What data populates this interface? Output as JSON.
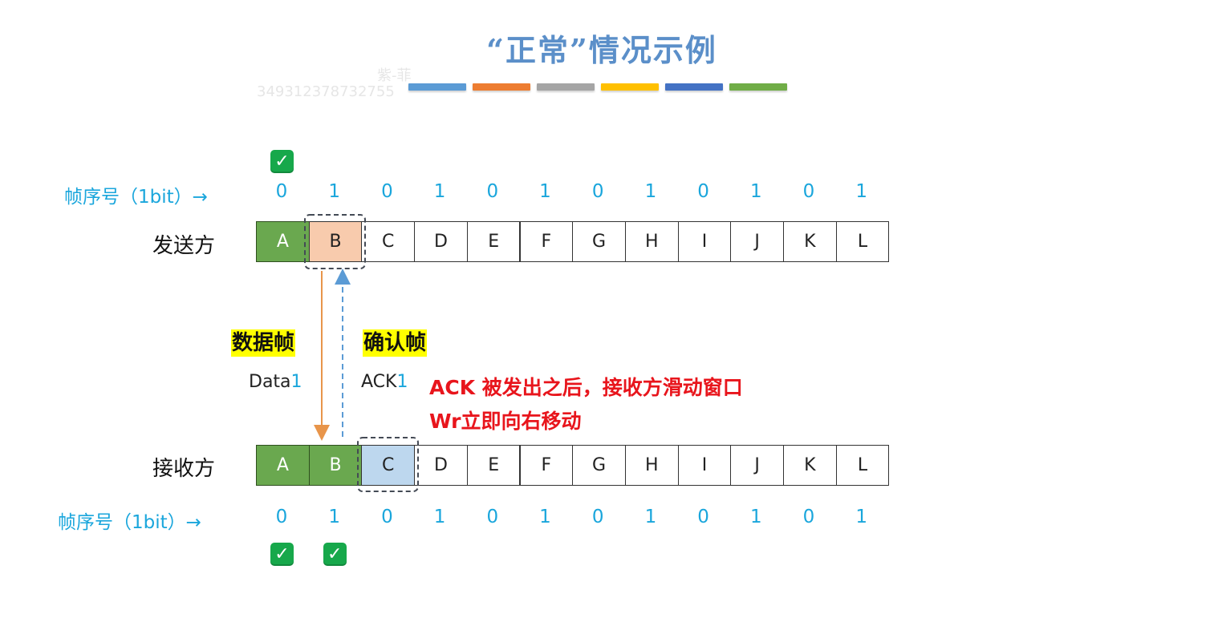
{
  "title": "“正常”情况示例",
  "watermark": {
    "name": "紫-菲",
    "id": "349312378732755"
  },
  "color_bar": [
    "#5b9bd5",
    "#ed7d31",
    "#a5a5a5",
    "#ffc000",
    "#4472c4",
    "#70ad47"
  ],
  "sender": {
    "seq_label": "帧序号（1bit）→",
    "seq": [
      "0",
      "1",
      "0",
      "1",
      "0",
      "1",
      "0",
      "1",
      "0",
      "1",
      "0",
      "1"
    ],
    "row_label": "发送方",
    "cells": [
      "A",
      "B",
      "C",
      "D",
      "E",
      "F",
      "G",
      "H",
      "I",
      "J",
      "K",
      "L"
    ],
    "acknowledged": [
      0
    ],
    "window": [
      1
    ]
  },
  "receiver": {
    "seq_label": "帧序号（1bit）→",
    "seq": [
      "0",
      "1",
      "0",
      "1",
      "0",
      "1",
      "0",
      "1",
      "0",
      "1",
      "0",
      "1"
    ],
    "row_label": "接收方",
    "cells": [
      "A",
      "B",
      "C",
      "D",
      "E",
      "F",
      "G",
      "H",
      "I",
      "J",
      "K",
      "L"
    ],
    "received": [
      0,
      1
    ],
    "window": [
      2
    ]
  },
  "data_frame": {
    "label": "数据帧",
    "text": "Data",
    "num": "1"
  },
  "ack_frame": {
    "label": "确认帧",
    "text": "ACK",
    "num": "1"
  },
  "note": "ACK 被发出之后，接收方滑动窗口Wr立即向右移动",
  "check_icon": "check-mark-icon",
  "colors": {
    "accent_title": "#5b8fc9",
    "seq_text": "#1aa6dc",
    "done_cell": "#6aa84f",
    "sender_window": "#f8cbad",
    "receiver_window": "#bdd7ee",
    "data_arrow": "#e8954a",
    "ack_arrow": "#5b9bd5",
    "note_text": "#e8151c"
  }
}
